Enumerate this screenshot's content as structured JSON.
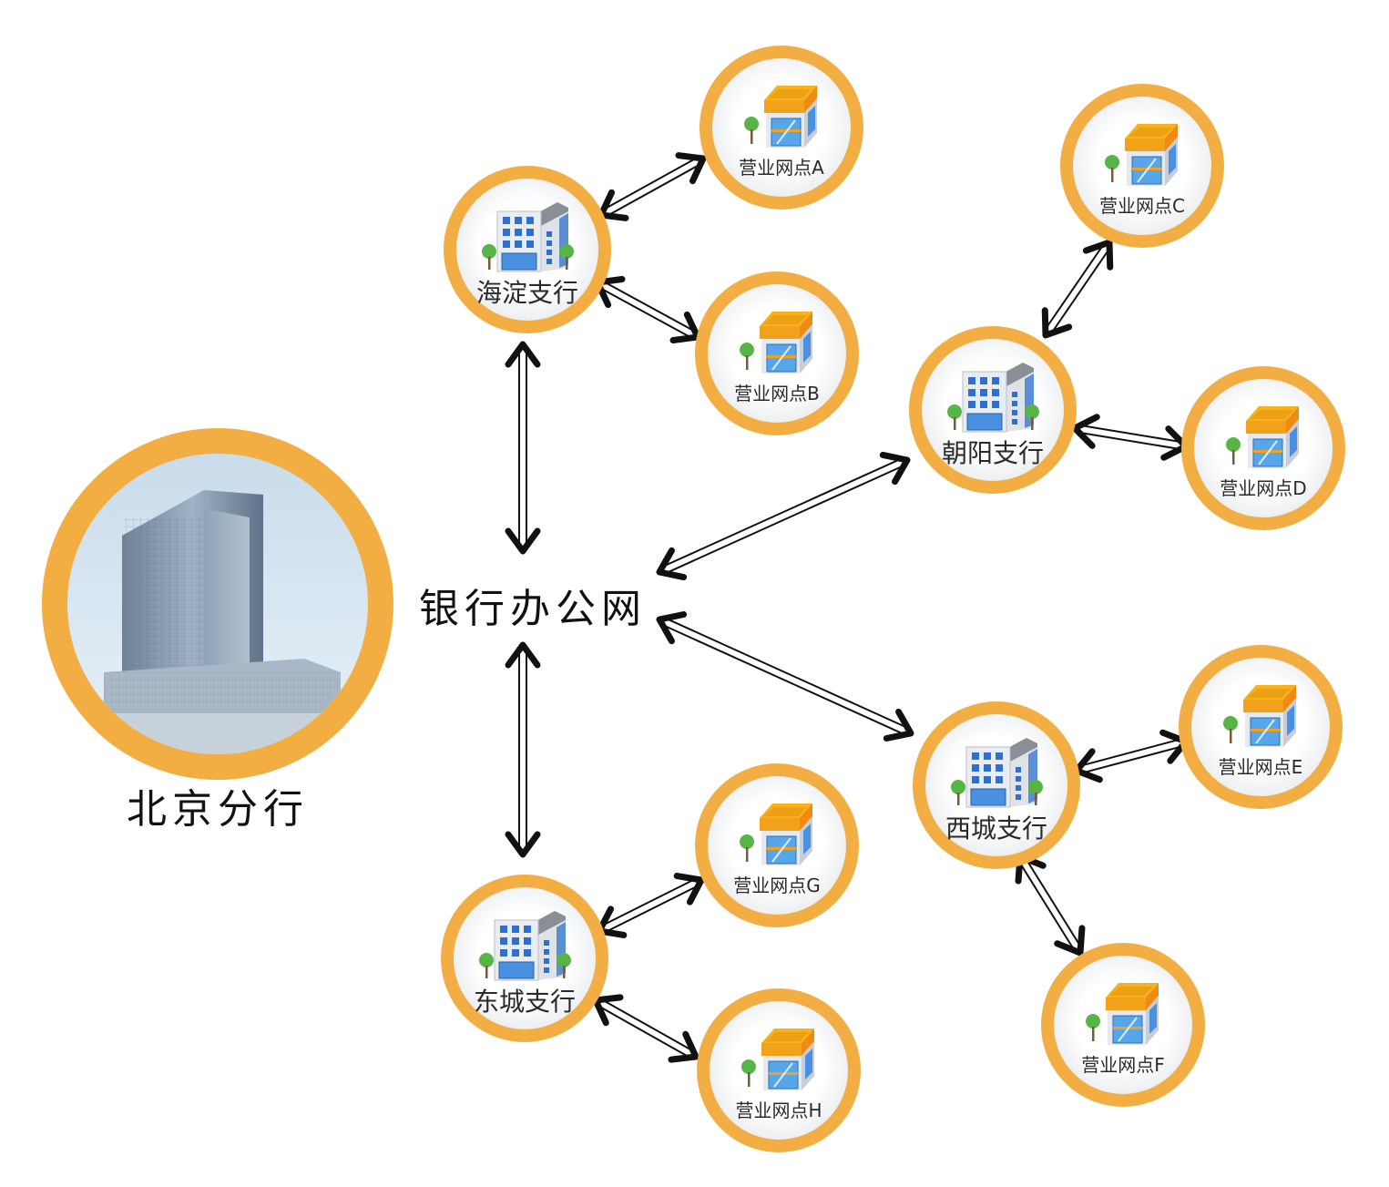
{
  "title": "北京分行银行办公网拓扑",
  "headquarters": {
    "label": "北京分行",
    "icon": "skyscraper-photo"
  },
  "hub": {
    "label": "银行办公网"
  },
  "colors": {
    "ring": "#F2AD43",
    "arrow": "#111111",
    "text": "#2a2a2a"
  },
  "branches": [
    {
      "id": "haidian",
      "label": "海淀支行",
      "icon": "office-building-icon"
    },
    {
      "id": "chaoyang",
      "label": "朝阳支行",
      "icon": "office-building-icon"
    },
    {
      "id": "xicheng",
      "label": "西城支行",
      "icon": "office-building-icon"
    },
    {
      "id": "dongcheng",
      "label": "东城支行",
      "icon": "office-building-icon"
    }
  ],
  "outlets": [
    {
      "id": "A",
      "label": "营业网点A",
      "branch": "haidian",
      "icon": "storefront-icon"
    },
    {
      "id": "B",
      "label": "营业网点B",
      "branch": "haidian",
      "icon": "storefront-icon"
    },
    {
      "id": "C",
      "label": "营业网点C",
      "branch": "chaoyang",
      "icon": "storefront-icon"
    },
    {
      "id": "D",
      "label": "营业网点D",
      "branch": "chaoyang",
      "icon": "storefront-icon"
    },
    {
      "id": "E",
      "label": "营业网点E",
      "branch": "xicheng",
      "icon": "storefront-icon"
    },
    {
      "id": "F",
      "label": "营业网点F",
      "branch": "xicheng",
      "icon": "storefront-icon"
    },
    {
      "id": "G",
      "label": "营业网点G",
      "branch": "dongcheng",
      "icon": "storefront-icon"
    },
    {
      "id": "H",
      "label": "营业网点H",
      "branch": "dongcheng",
      "icon": "storefront-icon"
    }
  ],
  "connections": [
    {
      "from": "hub",
      "to": "haidian",
      "type": "bidirectional"
    },
    {
      "from": "hub",
      "to": "chaoyang",
      "type": "bidirectional"
    },
    {
      "from": "hub",
      "to": "xicheng",
      "type": "bidirectional"
    },
    {
      "from": "hub",
      "to": "dongcheng",
      "type": "bidirectional"
    },
    {
      "from": "haidian",
      "to": "A",
      "type": "bidirectional"
    },
    {
      "from": "haidian",
      "to": "B",
      "type": "bidirectional"
    },
    {
      "from": "chaoyang",
      "to": "C",
      "type": "bidirectional"
    },
    {
      "from": "chaoyang",
      "to": "D",
      "type": "bidirectional"
    },
    {
      "from": "xicheng",
      "to": "E",
      "type": "bidirectional"
    },
    {
      "from": "xicheng",
      "to": "F",
      "type": "bidirectional"
    },
    {
      "from": "dongcheng",
      "to": "G",
      "type": "bidirectional"
    },
    {
      "from": "dongcheng",
      "to": "H",
      "type": "bidirectional"
    }
  ]
}
